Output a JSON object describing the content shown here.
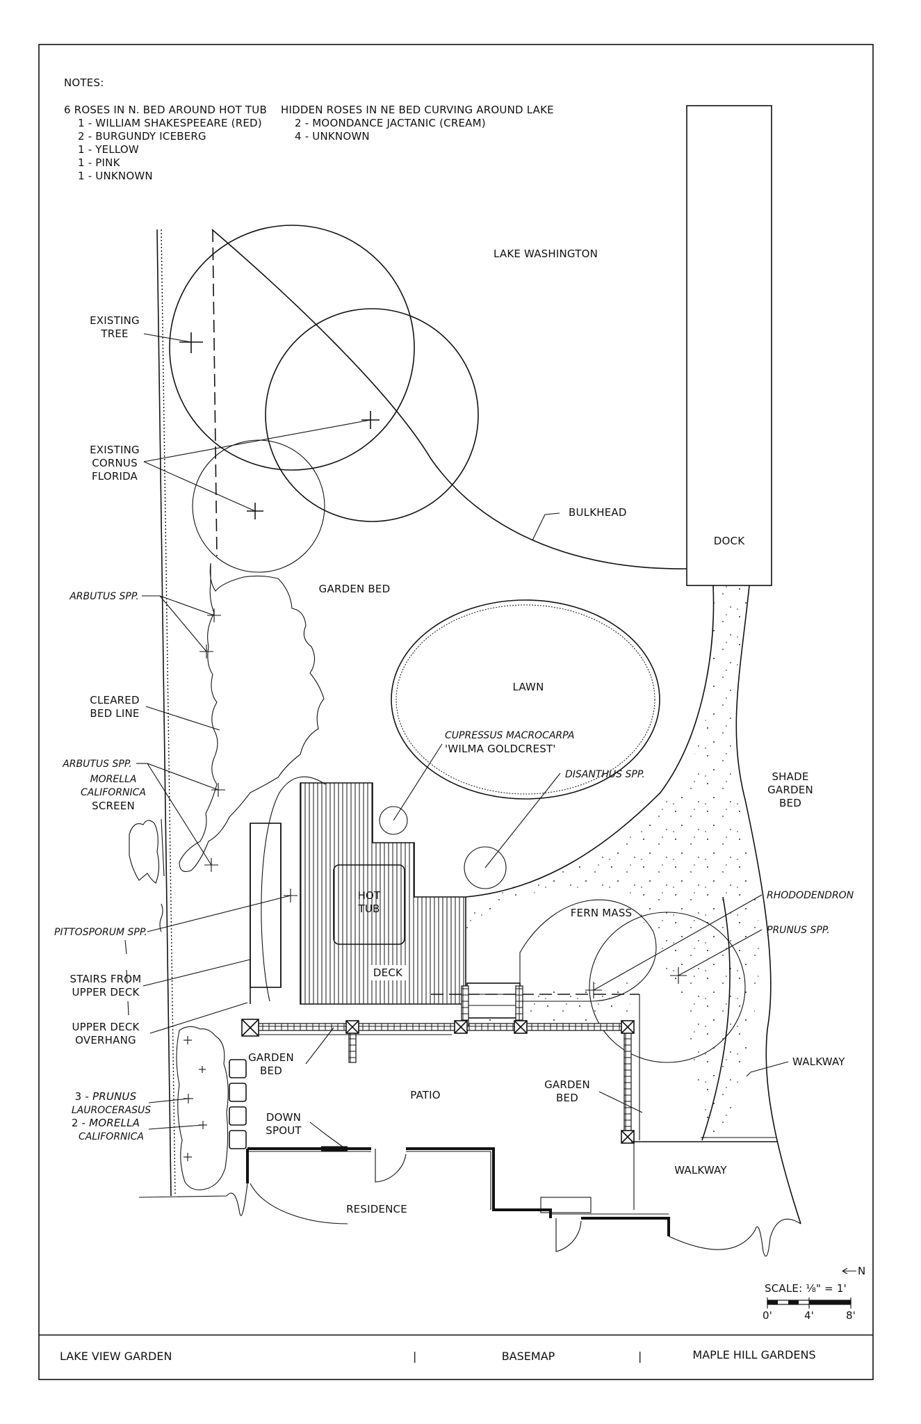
{
  "notes": {
    "title": "NOTES:",
    "left": [
      "6 ROSES IN N. BED AROUND HOT TUB",
      "1 - WILLIAM SHAKESPEEARE (RED)",
      "2 - BURGUNDY ICEBERG",
      "1 - YELLOW",
      "1 - PINK",
      "1 - UNKNOWN"
    ],
    "right": [
      "HIDDEN ROSES IN NE BED CURVING AROUND LAKE",
      "2 - MOONDANCE JACTANIC (CREAM)",
      "4 - UNKNOWN"
    ]
  },
  "labels": {
    "lake": "LAKE WASHINGTON",
    "existing_tree": [
      "EXISTING",
      "TREE"
    ],
    "cornus": [
      "EXISTING",
      "CORNUS",
      "FLORIDA"
    ],
    "bulkhead": "BULKHEAD",
    "dock": "DOCK",
    "garden_bed_top": "GARDEN BED",
    "arbutus_1": "ARBUTUS SPP.",
    "cleared_bed": [
      "CLEARED",
      "BED LINE"
    ],
    "lawn": "LAWN",
    "cupressus": [
      "CUPRESSUS MACROCARPA",
      "'WILMA GOLDCREST'"
    ],
    "disanthus": "DISANTHUS SPP.",
    "shade_bed": [
      "SHADE",
      "GARDEN",
      "BED"
    ],
    "arbutus_2": "ARBUTUS SPP.",
    "morella_screen": [
      "MORELLA",
      "CALIFORNICA"
    ],
    "screen": "SCREEN",
    "hot_tub": [
      "HOT",
      "TUB"
    ],
    "fern_mass": "FERN MASS",
    "rhododendron": "RHODODENDRON",
    "prunus": "PRUNUS SPP.",
    "pittosporum": "PITTOSPORUM SPP.",
    "deck": "DECK",
    "stairs": [
      "STAIRS FROM",
      "UPPER DECK"
    ],
    "upper_deck": [
      "UPPER DECK",
      "OVERHANG"
    ],
    "garden_bed_patio_left": [
      "GARDEN",
      "BED"
    ],
    "garden_bed_patio_right": [
      "GARDEN",
      "BED"
    ],
    "walkway_right": "WALKWAY",
    "patio": "PATIO",
    "prunus_laurocerasus_num": "3 - ",
    "prunus_laurocerasus": [
      "PRUNUS",
      "LAUROCERASUS"
    ],
    "morella_num": "2 - ",
    "morella_2": [
      "MORELLA",
      "CALIFORNICA"
    ],
    "downspout": [
      "DOWN",
      "SPOUT"
    ],
    "walkway_bottom": "WALKWAY",
    "residence": "RESIDENCE",
    "north": "N",
    "scale": "SCALE: ⅛\" = 1'",
    "scale_ticks": [
      "0'",
      "4'",
      "8'"
    ]
  },
  "title_block": {
    "project": "LAKE VIEW GARDEN",
    "sheet": "BASEMAP",
    "firm": "MAPLE HILL GARDENS",
    "separator": "|"
  }
}
